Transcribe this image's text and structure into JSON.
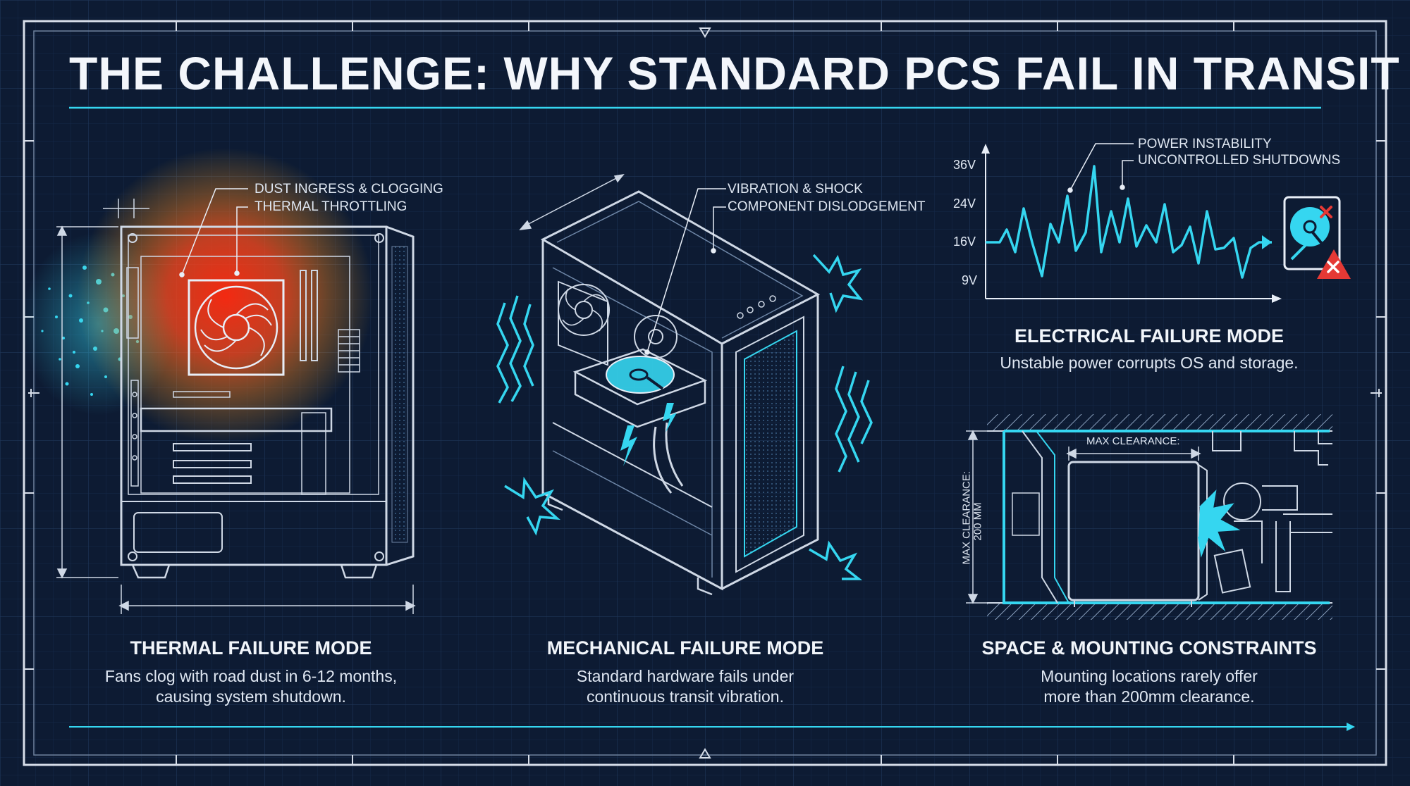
{
  "title": "THE CHALLENGE: WHY STANDARD PCS FAIL IN TRANSIT",
  "colors": {
    "background": "#0d1b33",
    "grid": "#1a2d4d",
    "line": "#c9d3e2",
    "accent": "#35d6f0",
    "heat": "#ff3b1f",
    "alert": "#e53935"
  },
  "thermal": {
    "callout_1": "DUST INGRESS & CLOGGING",
    "callout_2": "THERMAL THROTTLING",
    "heading": "THERMAL FAILURE MODE",
    "description": "Fans clog with road dust in 6-12 months, causing system shutdown."
  },
  "mechanical": {
    "callout_1": "VIBRATION & SHOCK",
    "callout_2": "COMPONENT DISLODGEMENT",
    "heading": "MECHANICAL FAILURE MODE",
    "description": "Standard hardware fails under continuous transit vibration."
  },
  "electrical": {
    "callout_1": "POWER INSTABILITY",
    "callout_2": "UNCONTROLLED SHUTDOWNS",
    "y_ticks": [
      "36V",
      "24V",
      "16V",
      "9V"
    ],
    "heading": "ELECTRICAL FAILURE MODE",
    "description": "Unstable power corrupts OS and storage.",
    "icons": [
      "hard-drive-icon",
      "error-x-icon",
      "warning-x-icon"
    ]
  },
  "space": {
    "max_clearance_label": "MAX CLEARANCE:",
    "vertical_label_1": "MAX CLEARANCE:",
    "vertical_label_2": "200 MM",
    "heading": "SPACE & MOUNTING CONSTRAINTS",
    "description": "Mounting locations rarely offer more than 200mm clearance."
  }
}
